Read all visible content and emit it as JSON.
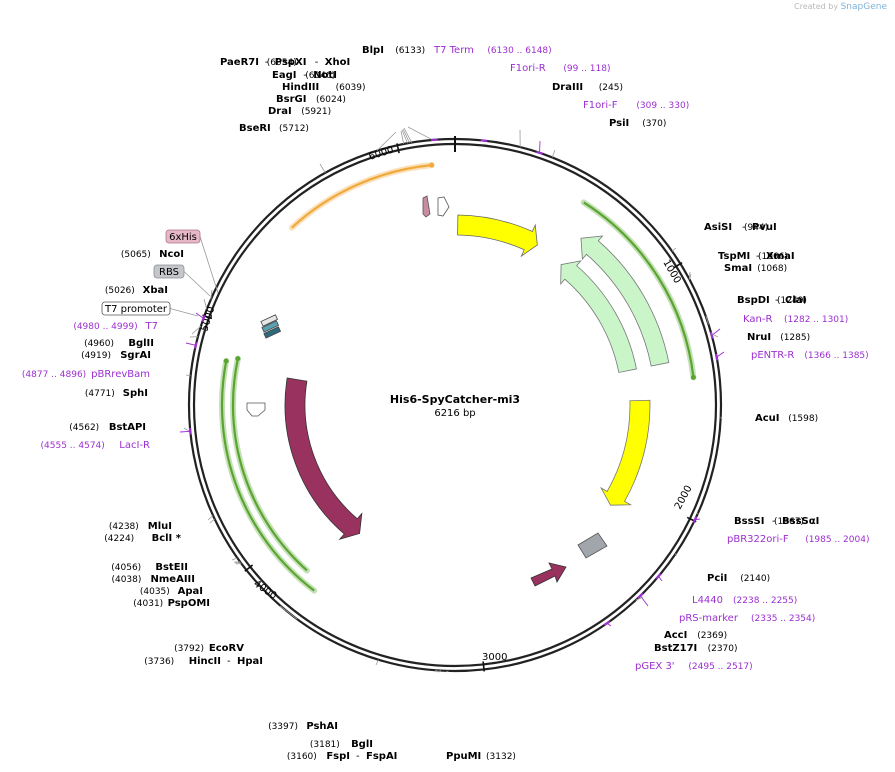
{
  "credit": {
    "prefix": "Created by",
    "brand": "SnapGene"
  },
  "map": {
    "name": "His6-SpyCatcher-mi3",
    "size_label": "6216 bp",
    "length": 6216,
    "backbone_color": "#222222"
  },
  "ticks": [
    {
      "pos": 1000,
      "label": "1000"
    },
    {
      "pos": 2000,
      "label": "2000"
    },
    {
      "pos": 3000,
      "label": "3000"
    },
    {
      "pos": 4000,
      "label": "4000"
    },
    {
      "pos": 5000,
      "label": "5000"
    },
    {
      "pos": 6000,
      "label": "6000"
    }
  ],
  "sites": [
    {
      "name": "BlpI",
      "pos": "(6133)",
      "bp": 6133
    },
    {
      "name": "PaeR7I",
      "pos": "(6054)",
      "bp": 6054,
      "extra": [
        "PspXI",
        "XhoI"
      ]
    },
    {
      "name": "EagI",
      "pos": "(6046)",
      "bp": 6046,
      "extra": [
        "NotI"
      ]
    },
    {
      "name": "HindIII",
      "pos": "(6039)",
      "bp": 6039
    },
    {
      "name": "BsrGI",
      "pos": "(6024)",
      "bp": 6024
    },
    {
      "name": "DraI",
      "pos": "(5921)",
      "bp": 5921
    },
    {
      "name": "BseRI",
      "pos": "(5712)",
      "bp": 5712
    },
    {
      "name": "DraIII",
      "pos": "(245)",
      "bp": 245
    },
    {
      "name": "PsiI",
      "pos": "(370)",
      "bp": 370
    },
    {
      "name": "AsiSI",
      "pos": "(944)",
      "bp": 944,
      "extra": [
        "PvuI"
      ]
    },
    {
      "name": "TspMI",
      "pos": "(1066)",
      "bp": 1066,
      "extra": [
        "XmaI"
      ]
    },
    {
      "name": "SmaI",
      "pos": "(1068)",
      "bp": 1068
    },
    {
      "name": "BspDI",
      "pos": "(1249)",
      "bp": 1249,
      "extra": [
        "ClaI"
      ]
    },
    {
      "name": "NruI",
      "pos": "(1285)",
      "bp": 1285
    },
    {
      "name": "AcuI",
      "pos": "(1598)",
      "bp": 1598
    },
    {
      "name": "BssSI",
      "pos": "(1967)",
      "bp": 1967,
      "extra": [
        "BssSαI"
      ]
    },
    {
      "name": "PciI",
      "pos": "(2140)",
      "bp": 2140
    },
    {
      "name": "AccI",
      "pos": "(2369)",
      "bp": 2369
    },
    {
      "name": "BstZ17I",
      "pos": "(2370)",
      "bp": 2370
    },
    {
      "name": "PpuMI",
      "pos": "(3132)",
      "bp": 3132
    },
    {
      "name": "BglI",
      "pos": "(3181)",
      "bp": 3181
    },
    {
      "name": "FspI",
      "pos": "(3160)",
      "bp": 3160,
      "extra": [
        "FspAI"
      ]
    },
    {
      "name": "PshAI",
      "pos": "(3397)",
      "bp": 3397
    },
    {
      "name": "EcoRV",
      "pos": "(3792)",
      "bp": 3792
    },
    {
      "name": "HincII",
      "pos": "(3736)",
      "bp": 3736,
      "extra": [
        "HpaI"
      ]
    },
    {
      "name": "BstEII",
      "pos": "(4056)",
      "bp": 4056
    },
    {
      "name": "NmeAIII",
      "pos": "(4038)",
      "bp": 4038
    },
    {
      "name": "ApaI",
      "pos": "(4035)",
      "bp": 4035
    },
    {
      "name": "PspOMI",
      "pos": "(4031)",
      "bp": 4031
    },
    {
      "name": "MluI",
      "pos": "(4238)",
      "bp": 4238
    },
    {
      "name": "BclI *",
      "pos": "(4224)",
      "bp": 4224
    },
    {
      "name": "BstAPI",
      "pos": "(4562)",
      "bp": 4562
    },
    {
      "name": "SphI",
      "pos": "(4771)",
      "bp": 4771
    },
    {
      "name": "SgrAI",
      "pos": "(4919)",
      "bp": 4919
    },
    {
      "name": "BglII",
      "pos": "(4960)",
      "bp": 4960
    },
    {
      "name": "XbaI",
      "pos": "(5026)",
      "bp": 5026
    },
    {
      "name": "NcoI",
      "pos": "(5065)",
      "bp": 5065
    }
  ],
  "primers": [
    {
      "name": "T7 Term",
      "pos": "(6130 .. 6148)",
      "bp": 6139
    },
    {
      "name": "F1ori-R",
      "pos": "(99 .. 118)",
      "bp": 108
    },
    {
      "name": "F1ori-F",
      "pos": "(309 .. 330)",
      "bp": 320
    },
    {
      "name": "Kan-R",
      "pos": "(1282 .. 1301)",
      "bp": 1292
    },
    {
      "name": "pENTR-R",
      "pos": "(1366 .. 1385)",
      "bp": 1375
    },
    {
      "name": "pBR322ori-F",
      "pos": "(1985 .. 2004)",
      "bp": 1995
    },
    {
      "name": "L4440",
      "pos": "(2238 .. 2255)",
      "bp": 2246
    },
    {
      "name": "pRS-marker",
      "pos": "(2335 .. 2354)",
      "bp": 2345
    },
    {
      "name": "pGEX 3'",
      "pos": "(2495 .. 2517)",
      "bp": 2506
    },
    {
      "name": "LacI-R",
      "pos": "(4555 .. 4574)",
      "bp": 4564
    },
    {
      "name": "pBRrevBam",
      "pos": "(4877 .. 4896)",
      "bp": 4886
    },
    {
      "name": "T7",
      "pos": "(4980 .. 4999)",
      "bp": 4990
    }
  ],
  "boxed_labels": [
    {
      "name": "6xHis"
    },
    {
      "name": "RBS"
    },
    {
      "name": "T7 promoter"
    }
  ],
  "features": [
    {
      "name": "f1 ori",
      "start": 15,
      "end": 470,
      "color": "#ffff00"
    },
    {
      "name": "KanR",
      "start": 640,
      "end": 1360,
      "color": "#c9f5c9"
    },
    {
      "name": "KanR",
      "start": 640,
      "end": 1360,
      "color": "#c9f5c9"
    },
    {
      "name": "ori",
      "start": 1530,
      "end": 2120,
      "color": "#ffff00"
    },
    {
      "name": "bom",
      "color": "#a0a6ab"
    },
    {
      "name": "rop",
      "color": "#99325f"
    },
    {
      "name": "lacI",
      "start": 3740,
      "end": 4820,
      "color": "#99325f"
    },
    {
      "name": "lacI promoter",
      "color": "#ffffff"
    },
    {
      "name": "lac operator",
      "color": "#5aa0b0"
    },
    {
      "name": "6xHis",
      "color": "#c98da0"
    },
    {
      "name": "T7 terminator",
      "color": "#ffffff"
    }
  ],
  "orfs": [
    {
      "start": 5480,
      "end": 6120,
      "color": "#f2a93b"
    },
    {
      "start": 560,
      "end": 1440,
      "color": "#5aa530"
    },
    {
      "start": 3750,
      "end": 4850,
      "color": "#5aa530"
    },
    {
      "start": 3830,
      "end": 4870,
      "color": "#5aa530"
    }
  ],
  "colors": {
    "site": "#000000",
    "primer": "#9c2fd1",
    "leader": "#8c8c8c"
  }
}
